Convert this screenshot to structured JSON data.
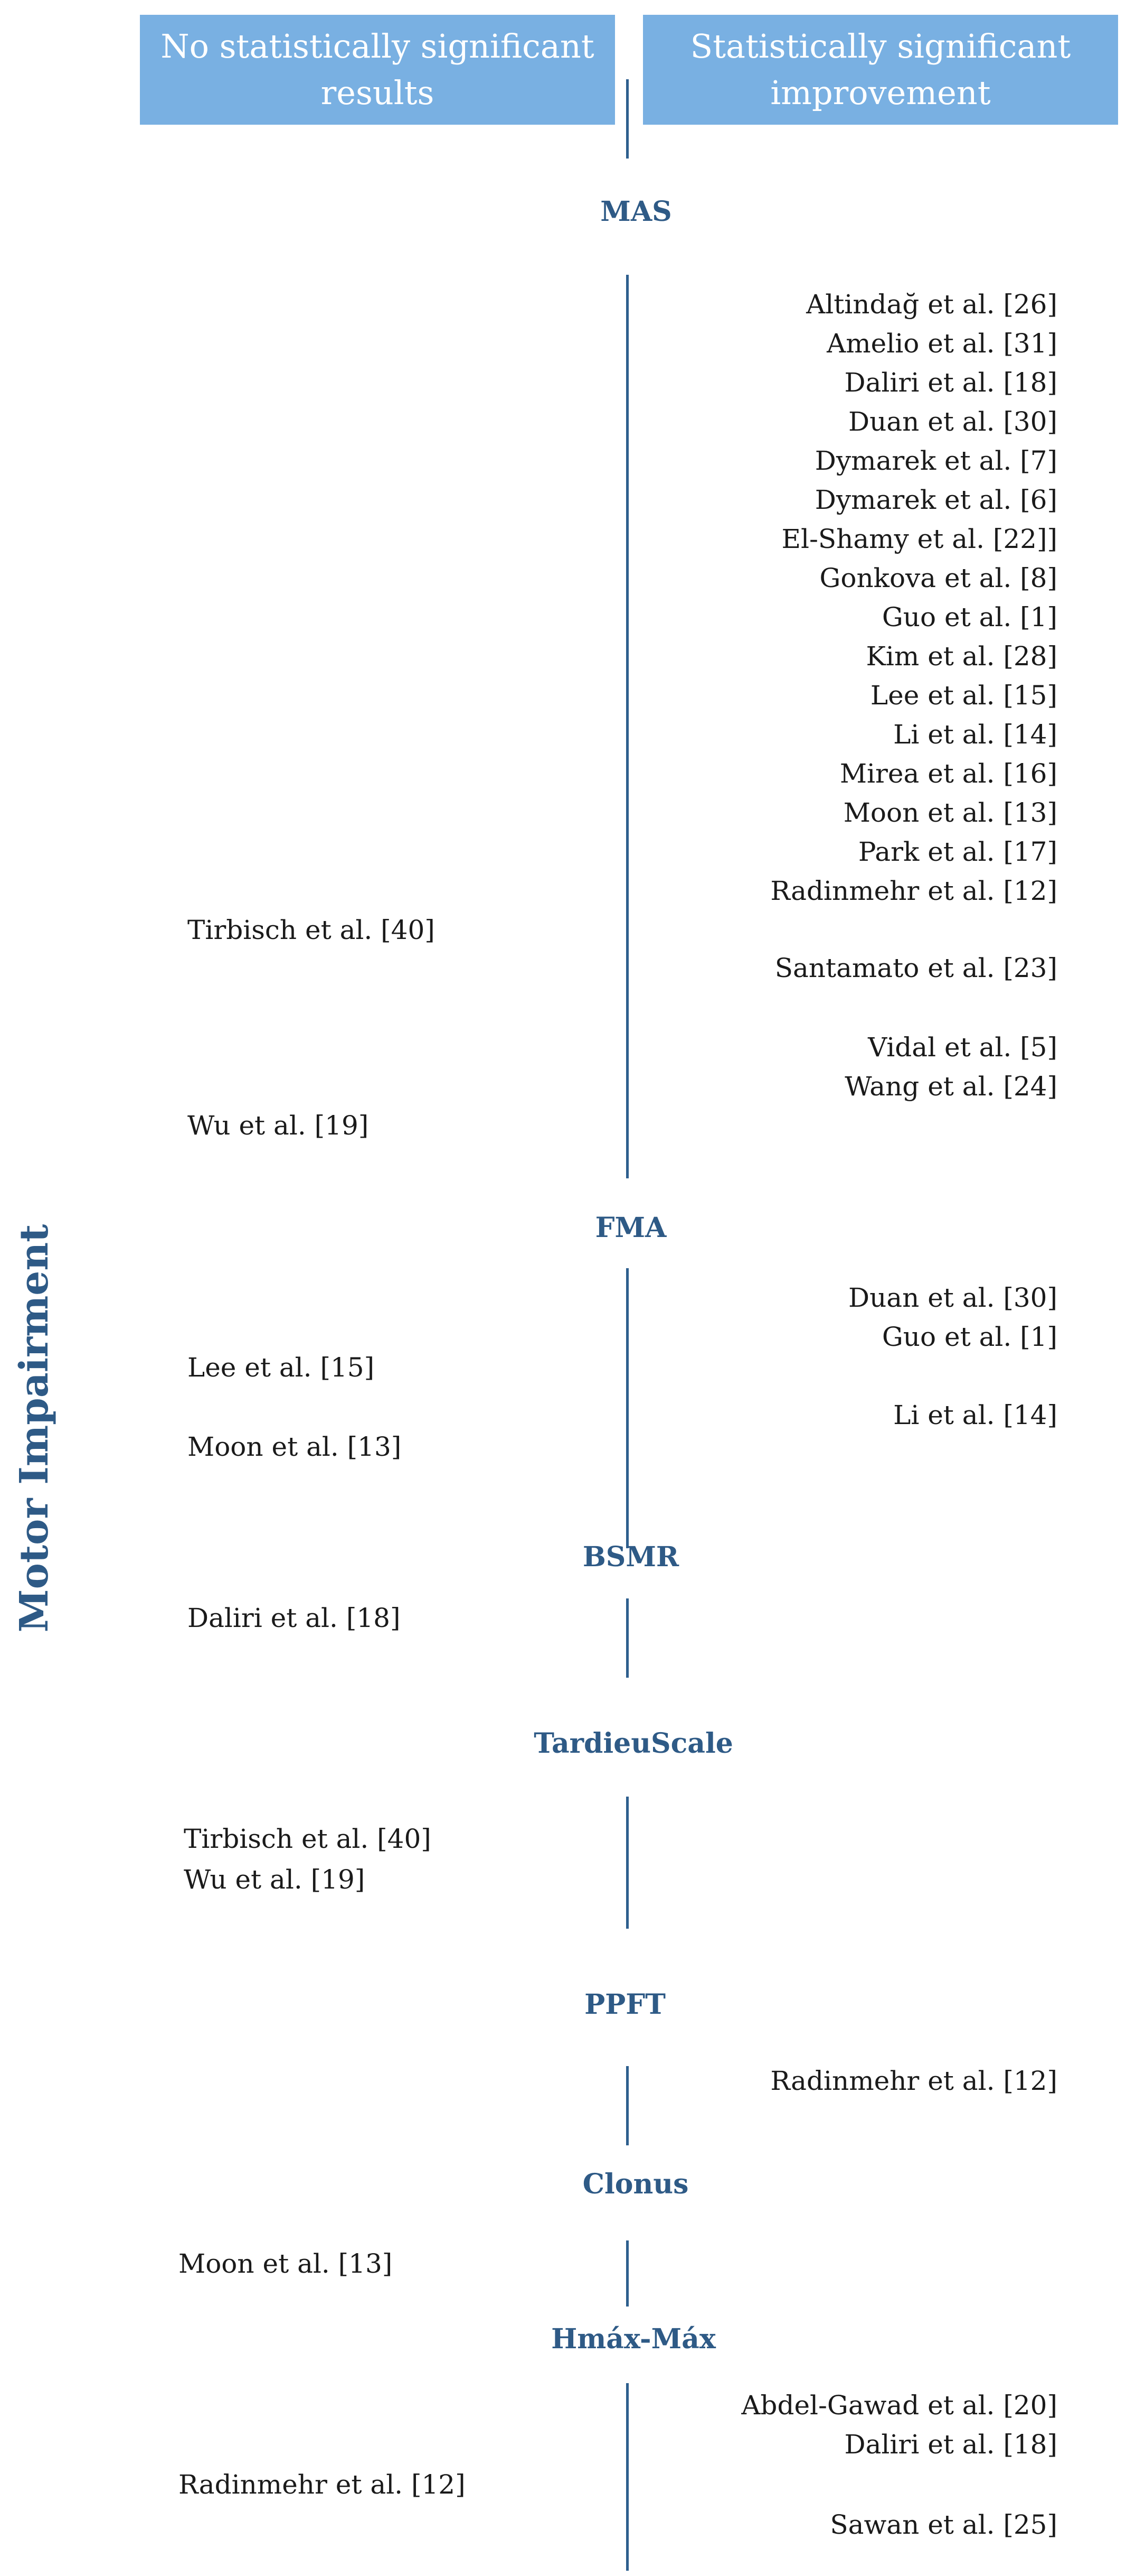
{
  "headers": {
    "left_line1": "No statistically significant",
    "left_line2": "results",
    "right_line1": "Statistically significant",
    "right_line2": "improvement"
  },
  "side_label": "Motor Impairment",
  "categories": {
    "mas": "MAS",
    "fma": "FMA",
    "bsmr": "BSMR",
    "tardieu": "TardieuScale",
    "ppft": "PPFT",
    "clonus": "Clonus",
    "hmax": "Hmáx-Máx"
  },
  "mas": {
    "right": [
      "Altindağ et al. [26]",
      "Amelio et al. [31]",
      "Daliri et al. [18]",
      "Duan et al. [30]",
      "Dymarek et al. [7]",
      "Dymarek et al. [6]",
      "El-Shamy et al. [22]]",
      "Gonkova et al. [8]",
      "Guo et al. [1]",
      "Kim et al. [28]",
      "Lee et al. [15]",
      "Li et al. [14]",
      "Mirea et al. [16]",
      "Moon et al. [13]",
      "Park et al. [17]",
      "Radinmehr et al. [12]",
      "Santamato et al. [23]",
      "Vidal et al. [5]",
      "Wang et al. [24]"
    ],
    "left": [
      "Tirbisch et al. [40]",
      "Wu et al. [19]"
    ]
  },
  "fma": {
    "right": [
      "Duan et al. [30]",
      "Guo et al. [1]",
      "Li et al. [14]"
    ],
    "left": [
      "Lee et al. [15]",
      "Moon et al. [13]"
    ]
  },
  "bsmr": {
    "left": [
      "Daliri et al. [18]"
    ]
  },
  "tardieu": {
    "left": [
      "Tirbisch et al. [40]",
      "Wu et al. [19]"
    ]
  },
  "ppft": {
    "right": [
      "Radinmehr et al. [12]"
    ]
  },
  "clonus": {
    "left": [
      "Moon et al. [13]"
    ]
  },
  "hmax": {
    "right": [
      "Abdel-Gawad et al. [20]",
      "Daliri et al. [18]",
      "Sawan et al. [25]"
    ],
    "left": [
      "Radinmehr et al. [12]"
    ]
  }
}
